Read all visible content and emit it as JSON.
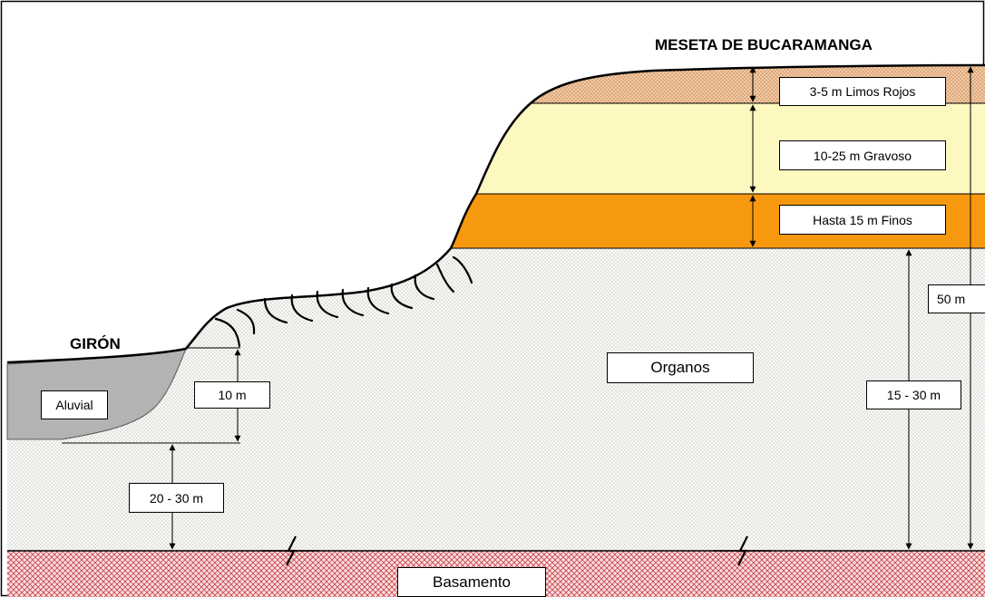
{
  "titles": {
    "meseta": "MESETA DE BUCARAMANGA",
    "giron": "GIRÓN"
  },
  "labels": {
    "limos_rojos": "3-5 m  Limos Rojos",
    "gravoso": "10-25 m  Gravoso",
    "finos": "Hasta 15 m  Finos",
    "organos": "Organos",
    "aluvial": "Aluvial",
    "basamento": "Basamento",
    "dim_10m": "10 m",
    "dim_20_30m": "20 - 30 m",
    "dim_15_30m": "15 - 30 m",
    "dim_50m": "50 m"
  },
  "colors": {
    "limos_rojos": "#f6c9a0",
    "gravoso": "#fdf7c0",
    "finos": "#f7990f",
    "organos": "#fafaf6",
    "aluvial": "#b3b3b3",
    "basamento": "#f9dede",
    "basamento_hatch": "#c6404a"
  }
}
